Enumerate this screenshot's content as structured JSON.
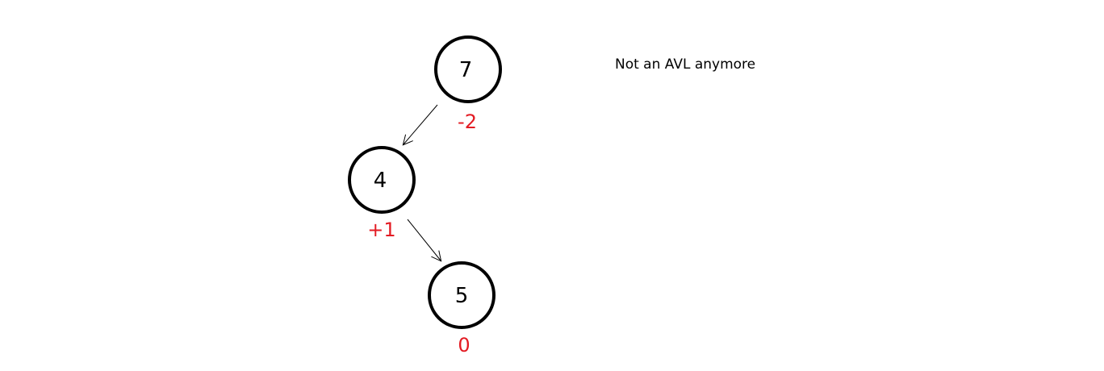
{
  "tree": {
    "nodes": [
      {
        "id": "n7",
        "value": "7",
        "balance": "-2"
      },
      {
        "id": "n4",
        "value": "4",
        "balance": "+1"
      },
      {
        "id": "n5",
        "value": "5",
        "balance": "0"
      }
    ],
    "edges": [
      {
        "from": "n7",
        "to": "n4"
      },
      {
        "from": "n4",
        "to": "n5"
      }
    ]
  },
  "note": "Not an AVL anymore",
  "colors": {
    "balance": "#e31b23",
    "stroke": "#000000"
  }
}
